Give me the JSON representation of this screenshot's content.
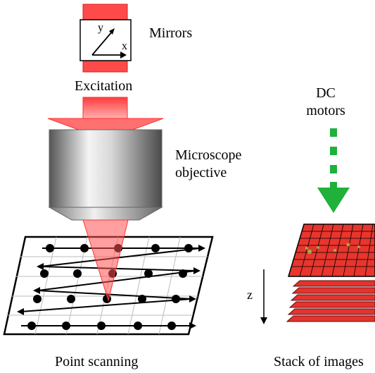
{
  "labels": {
    "mirrors": "Mirrors",
    "excitation": "Excitation",
    "objective_line1": "Microscope",
    "objective_line2": "objective",
    "dc_line1": "DC",
    "dc_line2": "motors",
    "point_scanning": "Point scanning",
    "stack_of_images": "Stack of images"
  },
  "axes": {
    "y": "y",
    "x": "x",
    "z": "z"
  },
  "colors": {
    "excitation_red": "#ff3b3b",
    "beam_fill": "#ff9b9b",
    "motor_green": "#1fb13a",
    "stack_red": "#e5322e",
    "grid_line": "#000000"
  }
}
